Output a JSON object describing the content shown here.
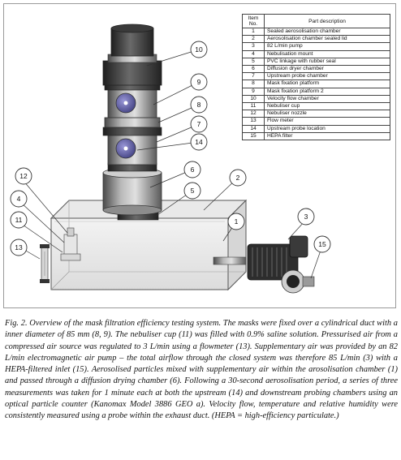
{
  "table": {
    "header_item": "Item No.",
    "header_desc": "Part description",
    "rows": [
      {
        "no": "1",
        "desc": "Sealed aerosolisation chamber"
      },
      {
        "no": "2",
        "desc": "Aerosolisation chamber sealed lid"
      },
      {
        "no": "3",
        "desc": "82 L/min pump"
      },
      {
        "no": "4",
        "desc": "Nebulisation mount"
      },
      {
        "no": "5",
        "desc": "PVC linkage with rubber seal"
      },
      {
        "no": "6",
        "desc": "Diffusion dryer chamber"
      },
      {
        "no": "7",
        "desc": "Upstream probe chamber"
      },
      {
        "no": "8",
        "desc": "Mask fixation platform"
      },
      {
        "no": "9",
        "desc": "Mask fixation platform 2"
      },
      {
        "no": "10",
        "desc": "Velocity flow chamber"
      },
      {
        "no": "11",
        "desc": "Nebuliser cup"
      },
      {
        "no": "12",
        "desc": "Nebuliser nozzle"
      },
      {
        "no": "13",
        "desc": "Flow meter"
      },
      {
        "no": "14",
        "desc": "Upstream probe location"
      },
      {
        "no": "15",
        "desc": "HEPA filter"
      }
    ]
  },
  "callouts": [
    "10",
    "9",
    "8",
    "7",
    "14",
    "6",
    "2",
    "5",
    "1",
    "3",
    "15",
    "12",
    "4",
    "11",
    "13"
  ],
  "caption": "Fig. 2. Overview of the mask filtration efficiency testing system. The masks were fixed over a cylindrical duct with a inner diameter of 85 mm (8, 9). The nebuliser cup (11) was filled with 0.9% saline solution. Pressurised air from a compressed air source was regulated to 3 L/min using a flowmeter (13). Supplementary air was provided by an 82 L/min electromagnetic air pump – the total airflow through the closed system was therefore 85 L/min (3) with a HEPA-filtered inlet (15). Aerosolised particles mixed with supplementary air within the arosolisation chamber (1) and passed through a diffusion drying chamber (6). Following a 30-second aerosolisation period, a series of three measurements was taken for 1 minute each at both the upstream (14) and downstream probing chambers using an optical particle counter (Kanomax Model 3886 GEO a). Velocity flow, temperature and relative humidity were consistently measured using a probe within the exhaust duct. (HEPA = high-efficiency particulate.)"
}
